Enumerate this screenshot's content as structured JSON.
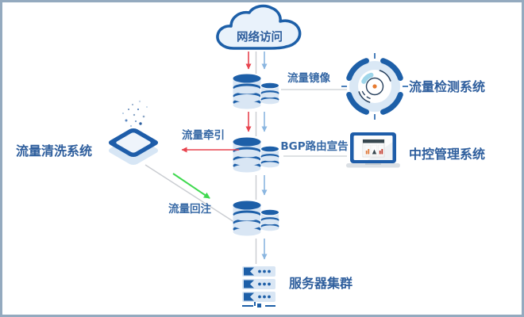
{
  "frame": {
    "border_color": "#94aabf",
    "background": "#ffffff"
  },
  "nodes": {
    "internet": {
      "label": "网络访问",
      "icon": "cloud-icon"
    },
    "gateway_top": {
      "icon": "database-stack-icon"
    },
    "gateway_middle": {
      "icon": "database-stack-icon"
    },
    "gateway_bottom": {
      "icon": "database-stack-icon"
    },
    "detection_system": {
      "label": "流量检测系统",
      "icon": "radar-scan-icon"
    },
    "control_system": {
      "label": "中控管理系统",
      "icon": "laptop-dashboard-icon"
    },
    "cleaning_system": {
      "label": "流量清洗系统",
      "icon": "filter-tray-icon"
    },
    "server_cluster": {
      "label": "服务器集群",
      "icon": "server-rack-icon"
    }
  },
  "flows": {
    "traffic_mirror": {
      "label": "流量镜像"
    },
    "traffic_divert": {
      "label": "流量牵引",
      "color": "#e8434e"
    },
    "bgp_announce": {
      "label": "BGP路由宣告"
    },
    "traffic_reinject": {
      "label": "流量回注",
      "color": "#3fd94f"
    },
    "attack_traffic_color": "#e8434e",
    "normal_traffic_color": "#8ab6e0",
    "plain_line_color": "#c9ccd1"
  },
  "colors": {
    "label_text": "#2e5e9d",
    "icon_dark": "#1d5fa8",
    "icon_light": "#d9e6f4",
    "center_dot_orange": "#e77b30"
  }
}
